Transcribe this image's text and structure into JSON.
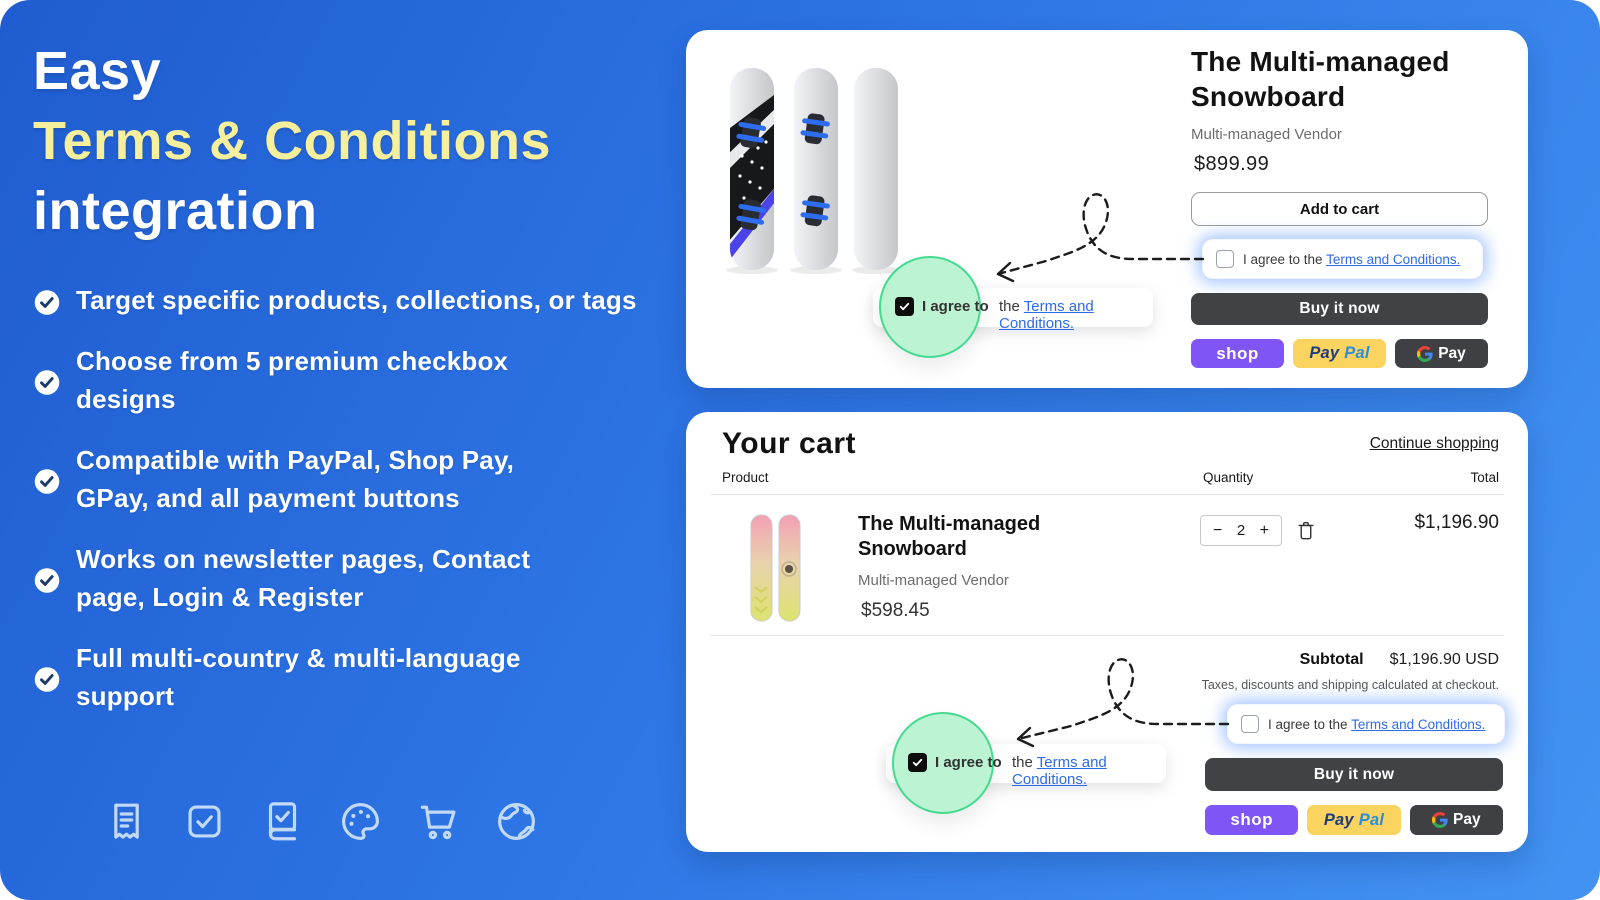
{
  "colors": {
    "background_gradient_start": "#1f5cd0",
    "background_gradient_end": "#4293f2",
    "title_highlight_yellow": "#F6EF9C",
    "shop_purple": "#8055F6",
    "paypal_yellow": "#FBD35F",
    "dark_button": "#404245",
    "mint_highlight": "#BCF3D3",
    "mint_border": "#44DA8F",
    "link_blue": "#2E6BE6"
  },
  "hero": {
    "title_line1": "Easy",
    "title_line2": "Terms & Conditions",
    "title_line3": "integration",
    "bullets": [
      "Target specific products, collections, or tags",
      "Choose from 5 premium checkbox designs",
      "Compatible with PayPal, Shop Pay, GPay, and all payment buttons",
      "Works on newsletter pages, Contact page, Login & Register",
      "Full multi-country & multi-language support"
    ],
    "footer_icons": [
      "receipt-icon",
      "checkbox-icon",
      "book-check-icon",
      "palette-icon",
      "cart-icon",
      "globe-icon"
    ]
  },
  "agree": {
    "prefix": "I agree to the ",
    "link": "Terms and Conditions.",
    "zoom_label": "I agree to",
    "zoom_prefix": "the "
  },
  "payments": {
    "add_to_cart": "Add to cart",
    "buy_it_now": "Buy it now",
    "shop": "shop",
    "paypal_pay": "Pay",
    "paypal_pal": "Pal",
    "gpay": "Pay"
  },
  "product_card": {
    "title": "The Multi-managed Snowboard",
    "vendor": "Multi-managed Vendor",
    "price": "$899.99"
  },
  "cart_card": {
    "title": "Your cart",
    "continue_shopping": "Continue shopping",
    "col_product": "Product",
    "col_quantity": "Quantity",
    "col_total": "Total",
    "item_name": "The Multi-managed Snowboard",
    "item_vendor": "Multi-managed Vendor",
    "item_price": "$598.45",
    "quantity": "2",
    "minus": "−",
    "plus": "+",
    "line_total": "$1,196.90",
    "subtotal_label": "Subtotal",
    "subtotal_value": "$1,196.90 USD",
    "taxes_note": "Taxes, discounts and shipping calculated at checkout."
  }
}
